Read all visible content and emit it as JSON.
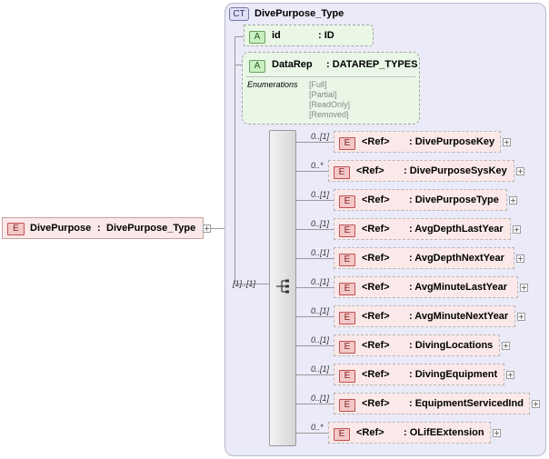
{
  "root": {
    "badge": "E",
    "name": "DivePurpose",
    "separator": ":",
    "type": "DivePurpose_Type"
  },
  "complex_type": {
    "badge": "CT",
    "name": "DivePurpose_Type"
  },
  "attributes": [
    {
      "badge": "A",
      "name": "id",
      "type": ": ID"
    },
    {
      "badge": "A",
      "name": "DataRep",
      "type": ": DATAREP_TYPES",
      "enumerations_label": "Enumerations",
      "enumerations": [
        "[Full]",
        "[Partial]",
        "[ReadOnly]",
        "[Removed]"
      ]
    }
  ],
  "sequence": {
    "occurrence": "[1]..[1]"
  },
  "elements": [
    {
      "occ": "0..[1]",
      "badge": "E",
      "ref": "<Ref>",
      "name": ": DivePurposeKey"
    },
    {
      "occ": "0..*",
      "badge": "E",
      "ref": "<Ref>",
      "name": ": DivePurposeSysKey"
    },
    {
      "occ": "0..[1]",
      "badge": "E",
      "ref": "<Ref>",
      "name": ": DivePurposeType"
    },
    {
      "occ": "0..[1]",
      "badge": "E",
      "ref": "<Ref>",
      "name": ": AvgDepthLastYear"
    },
    {
      "occ": "0..[1]",
      "badge": "E",
      "ref": "<Ref>",
      "name": ": AvgDepthNextYear"
    },
    {
      "occ": "0..[1]",
      "badge": "E",
      "ref": "<Ref>",
      "name": ": AvgMinuteLastYear"
    },
    {
      "occ": "0..[1]",
      "badge": "E",
      "ref": "<Ref>",
      "name": ": AvgMinuteNextYear"
    },
    {
      "occ": "0..[1]",
      "badge": "E",
      "ref": "<Ref>",
      "name": ": DivingLocations"
    },
    {
      "occ": "0..[1]",
      "badge": "E",
      "ref": "<Ref>",
      "name": ": DivingEquipment"
    },
    {
      "occ": "0..[1]",
      "badge": "E",
      "ref": "<Ref>",
      "name": ": EquipmentServicedInd"
    },
    {
      "occ": "0..*",
      "badge": "E",
      "ref": "<Ref>",
      "name": ": OLifEExtension"
    }
  ]
}
